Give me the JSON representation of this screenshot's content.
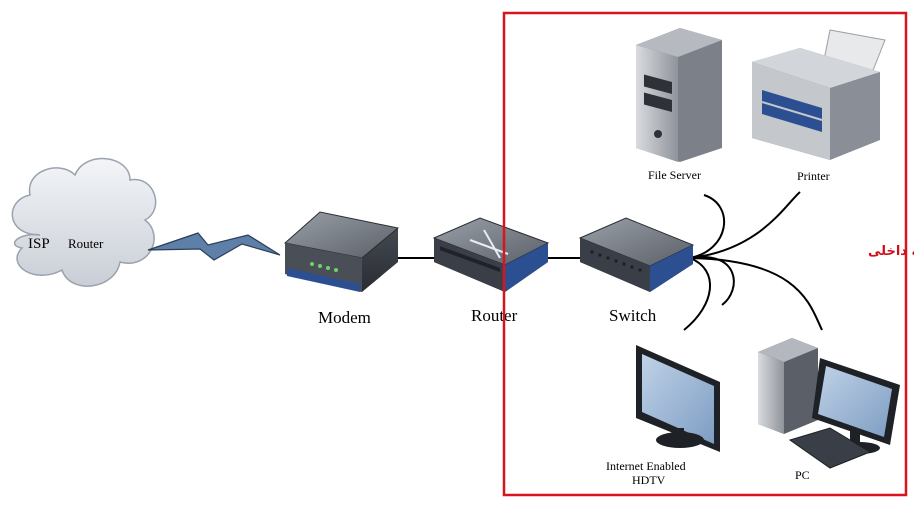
{
  "diagram": {
    "cloud": {
      "left_label": "ISP",
      "right_label": "Router"
    },
    "devices": {
      "modem": "Modem",
      "router": "Router",
      "switch": "Switch",
      "file_server": "File Server",
      "printer": "Printer",
      "hdtv_line1": "Internet Enabled",
      "hdtv_line2": "HDTV",
      "pc": "PC"
    },
    "internal_network_label": "شبکه داخلی",
    "colors": {
      "highlight_box": "#d8141f",
      "cable": "#000000",
      "device_body": "#3b3f47",
      "device_blue": "#2c4f92",
      "cloud_fill": "#e4e8ee"
    }
  }
}
